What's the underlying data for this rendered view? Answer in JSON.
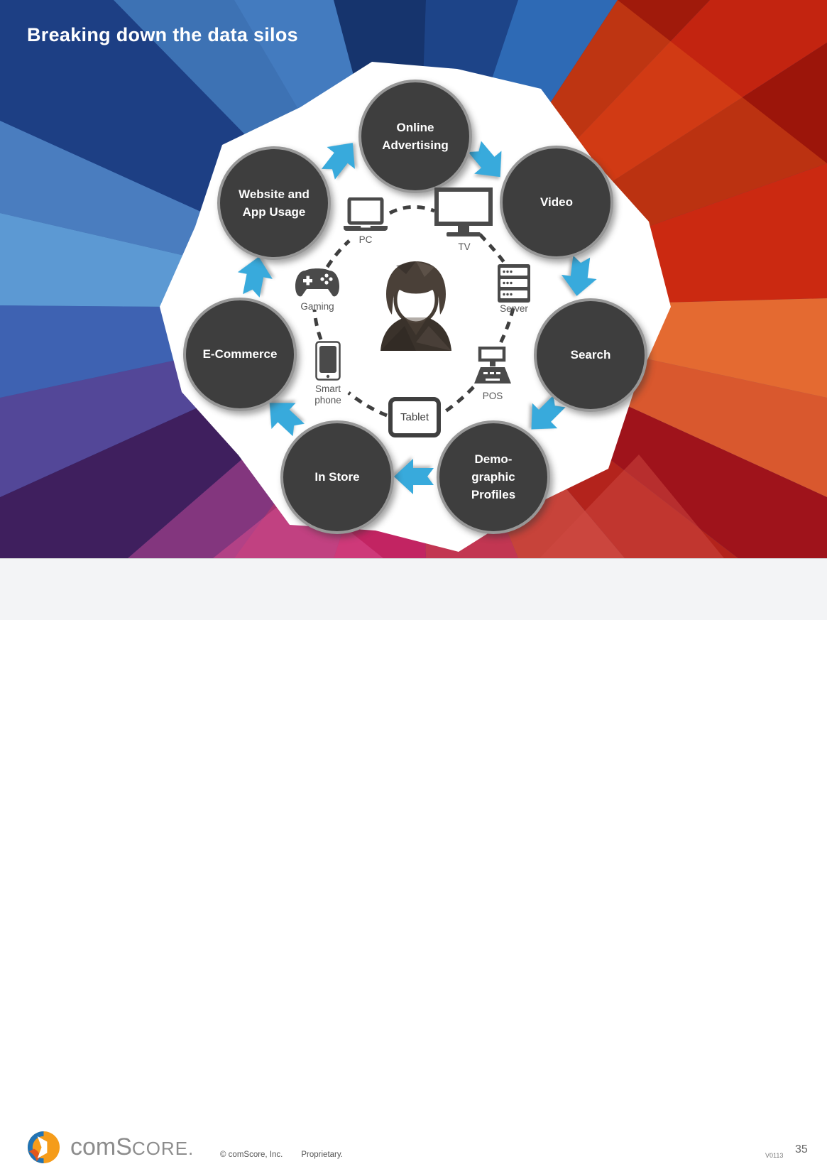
{
  "slide": {
    "title": "Breaking down the data silos",
    "diagram": {
      "nodes": [
        {
          "id": "online-advertising",
          "lines": [
            "Online",
            "Advertising"
          ]
        },
        {
          "id": "video",
          "lines": [
            "Video"
          ]
        },
        {
          "id": "search",
          "lines": [
            "Search"
          ]
        },
        {
          "id": "demographic-profiles",
          "lines": [
            "Demo-",
            "graphic",
            "Profiles"
          ]
        },
        {
          "id": "in-store",
          "lines": [
            "In Store"
          ]
        },
        {
          "id": "e-commerce",
          "lines": [
            "E-Commerce"
          ]
        },
        {
          "id": "website-app-usage",
          "lines": [
            "Website and",
            "App Usage"
          ]
        }
      ],
      "devices": [
        {
          "id": "pc",
          "label": "PC",
          "icon": "laptop-icon"
        },
        {
          "id": "tv",
          "label": "TV",
          "icon": "tv-icon"
        },
        {
          "id": "server",
          "label": "Server",
          "icon": "server-icon"
        },
        {
          "id": "pos",
          "label": "POS",
          "icon": "pos-terminal-icon"
        },
        {
          "id": "tablet",
          "label": "Tablet",
          "icon": "tablet-icon"
        },
        {
          "id": "smartphone",
          "label_lines": [
            "Smart",
            "phone"
          ],
          "icon": "smartphone-icon"
        },
        {
          "id": "gaming",
          "label": "Gaming",
          "icon": "game-controller-icon"
        }
      ],
      "center_figure": "person-icon",
      "colors": {
        "arrow_blue": "#38AADC",
        "node_fill": "#3E3E3E",
        "node_border": "#979797",
        "icon_gray": "#4A4A4A",
        "bg_navy": "#16346D",
        "bg_blue": "#2E6AB5",
        "bg_red": "#CB2911",
        "bg_orange": "#D94A17",
        "bg_magenta": "#C22462",
        "bg_purple": "#3F1F5E"
      }
    }
  },
  "footer": {
    "brand": {
      "prefix": "com",
      "cap": "S",
      "rest": "CORE",
      "dot": "."
    },
    "copyright": "© comScore, Inc.",
    "proprietary": "Proprietary.",
    "version": "V0113",
    "page_number": "35"
  }
}
